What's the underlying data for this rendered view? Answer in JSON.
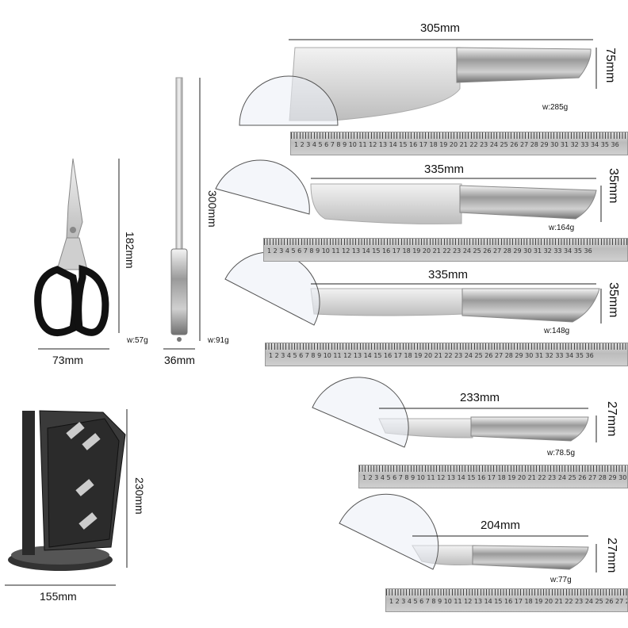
{
  "items": {
    "cleaver": {
      "length": "305mm",
      "width": "75mm",
      "weight": "w:285g"
    },
    "chef_knife": {
      "length": "335mm",
      "width": "35mm",
      "weight": "w:164g"
    },
    "slicing_knife": {
      "length": "335mm",
      "width": "35mm",
      "weight": "w:148g"
    },
    "utility_knife": {
      "length": "233mm",
      "width": "27mm",
      "weight": "w:78.5g"
    },
    "paring_knife": {
      "length": "204mm",
      "width": "27mm",
      "weight": "w:77g"
    },
    "scissors": {
      "length": "182mm",
      "width": "73mm",
      "weight": "w:57g"
    },
    "sharpener": {
      "length": "300mm",
      "width": "36mm",
      "weight": "w:91g"
    },
    "stand": {
      "height": "230mm",
      "width": "155mm"
    }
  },
  "ruler_numbers": "1 2 3 4 5 6 7 8 9 10 11 12 13 14 15 16 17 18 19 20 21 22 23 24 25 26 27 28 29 30 31 32 33 34 35 36",
  "colors": {
    "steel_light": "#e6e6e6",
    "steel_dark": "#8a8a8a",
    "handle_black": "#111111",
    "stand_black": "#2a2a2a"
  }
}
